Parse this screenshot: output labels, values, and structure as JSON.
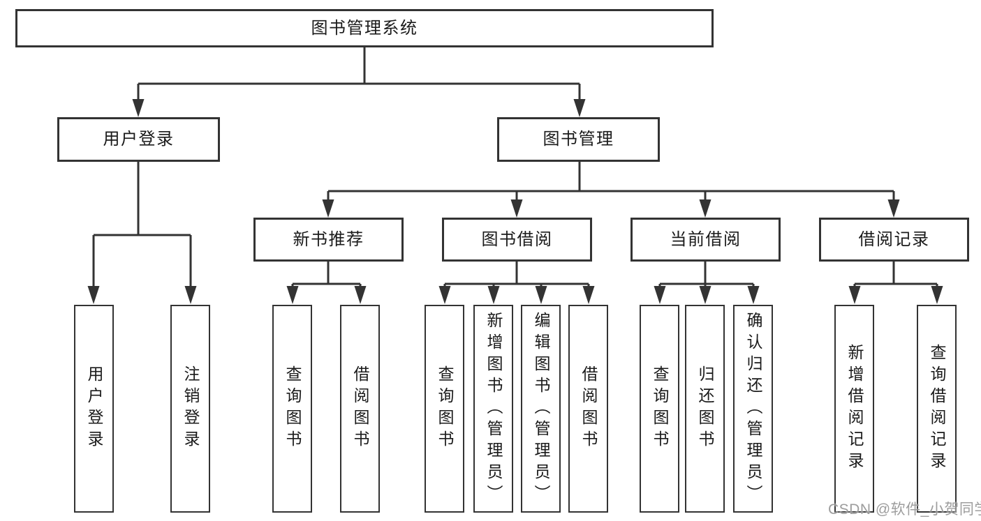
{
  "diagram": {
    "type": "hierarchy-tree",
    "root": {
      "label": "图书管理系统",
      "children": [
        {
          "label": "用户登录",
          "children": [
            {
              "label": "用户登录"
            },
            {
              "label": "注销登录"
            }
          ]
        },
        {
          "label": "图书管理",
          "children": [
            {
              "label": "新书推荐",
              "children": [
                {
                  "label": "查询图书"
                },
                {
                  "label": "借阅图书"
                }
              ]
            },
            {
              "label": "图书借阅",
              "children": [
                {
                  "label": "查询图书"
                },
                {
                  "label": "新增图书（管理员）"
                },
                {
                  "label": "编辑图书（管理员）"
                },
                {
                  "label": "借阅图书"
                }
              ]
            },
            {
              "label": "当前借阅",
              "children": [
                {
                  "label": "查询图书"
                },
                {
                  "label": "归还图书"
                },
                {
                  "label": "确认归还（管理员）"
                }
              ]
            },
            {
              "label": "借阅记录",
              "children": [
                {
                  "label": "新增借阅记录"
                },
                {
                  "label": "查询借阅记录"
                }
              ]
            }
          ]
        }
      ]
    }
  },
  "watermark": {
    "text": "CSDN @软件_小贺同学"
  },
  "colors": {
    "line": "#333333",
    "box_border": "#333333",
    "text": "#1a1a1a",
    "background": "#ffffff",
    "watermark": "#8c8c8c"
  }
}
